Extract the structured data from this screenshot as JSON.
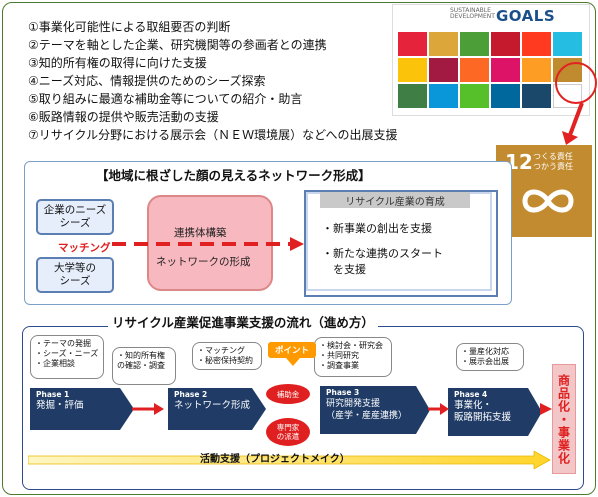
{
  "numbered_list": [
    "①事業化可能性による取組要否の判断",
    "②テーマを軸とした企業、研究機関等の参画者との連携",
    "③知的所有権の取得に向けた支援",
    "④ニーズ対応、情報提供のためのシーズ探索",
    "⑤取り組みに最適な補助金等についての紹介・助言",
    "⑥販路情報の提供や販売活動の支援",
    "⑦リサイクル分野における展示会（ＮＥＷ環境展）などへの出展支援"
  ],
  "sdgs": {
    "heading_small": "SUSTAINABLE\nDEVELOPMENT",
    "heading_big": "GOALS",
    "tile_colors": [
      "#e5243b",
      "#dda63a",
      "#4c9f38",
      "#c5192d",
      "#ff3a21",
      "#26bde2",
      "#fcc30b",
      "#a21942",
      "#fd6925",
      "#dd1367",
      "#fd9d24",
      "#bf8b2e",
      "#3f7e44",
      "#0a97d9",
      "#56c02b",
      "#00689d",
      "#19486a",
      "#ffffff"
    ],
    "highlight_color": "#e22222"
  },
  "goal12": {
    "number": "12",
    "title_line1": "つくる責任",
    "title_line2": "つかう責任",
    "color": "#c38b2f",
    "icon": "infinity-icon"
  },
  "network": {
    "title": "【地域に根ざした顔の見えるネットワーク形成】",
    "needs_box": "企業のニーズ\nシーズ",
    "univ_box": "大学等の\nシーズ",
    "matching": "マッチング",
    "collab1": "連携体構築",
    "collab2": "ネットワークの形成",
    "recycle_head": "リサイクル産業の育成",
    "recycle_item1": "・新事業の創出を支援",
    "recycle_item2": "・新たな連携のスタート\n　を支援"
  },
  "flow": {
    "title": "リサイクル産業促進事業支援の流れ（進め方）",
    "bubbles": [
      "・テーマの発掘\n・シーズ・ニーズ\n・企業相談",
      "・知的所有権\nの確認・調査",
      "・マッチング\n・秘密保持契約",
      "・検討会・研究会\n・共同研究\n・調査事業",
      "・量産化対応\n・展示会出展"
    ],
    "phases": [
      {
        "label": "Phase 1",
        "title": "発掘・評価"
      },
      {
        "label": "Phase 2",
        "title": "ネットワーク形成"
      },
      {
        "label": "Phase 3",
        "title": "研究開発支援\n（産学・産産連携）"
      },
      {
        "label": "Phase 4",
        "title": "事業化・\n販路開拓支援"
      }
    ],
    "point": "ポイント",
    "subsidy": "補助金",
    "expert": "専門家\nの派遣",
    "commercialize": "商品化・事業化",
    "activity": "活動支援（プロジェクトメイク）"
  },
  "colors": {
    "phase": "#1f3b66",
    "pink": "#f7b8bf",
    "accent_red": "#e02020",
    "point_orange": "#ff9900"
  }
}
